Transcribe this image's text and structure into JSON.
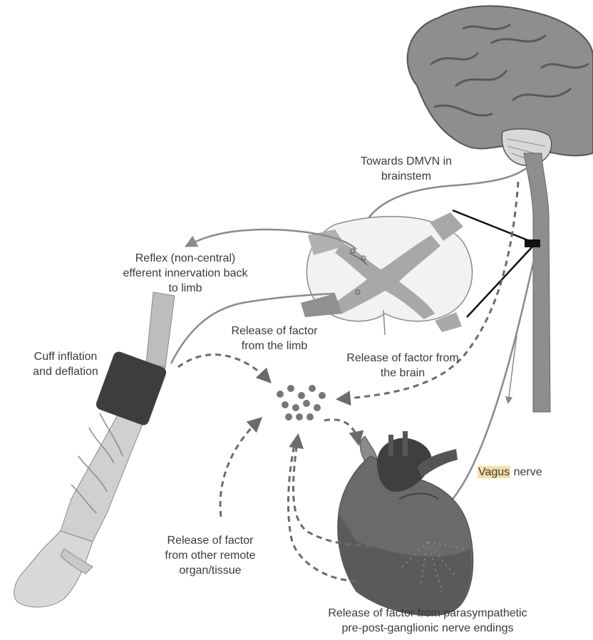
{
  "labels": {
    "towards_dmvn": [
      "Towards DMVN in",
      "brainstem"
    ],
    "reflex": [
      "Reflex (non-central)",
      "efferent innervation back",
      "to limb"
    ],
    "cuff": [
      "Cuff inflation",
      "and deflation"
    ],
    "factor_limb": [
      "Release of factor",
      "from the limb"
    ],
    "factor_brain": [
      "Release of factor from",
      "the brain"
    ],
    "vagus": {
      "highlight": "Vagus",
      "rest": " nerve"
    },
    "factor_remote": [
      "Release of factor",
      "from other remote",
      "organ/tissue"
    ],
    "factor_parasympathetic": [
      "Release of factor from parasympathetic",
      "pre-post-ganglionic nerve endings"
    ]
  },
  "colors": {
    "dashed_arrow": "#6b6b6b",
    "nerve": "#8a8a8a",
    "brain": "#9a9a9a",
    "heart_dark": "#555555",
    "heart_mid": "#7a7a7a",
    "cuff": "#3d3d3d",
    "highlight": "#f7dfa6"
  }
}
